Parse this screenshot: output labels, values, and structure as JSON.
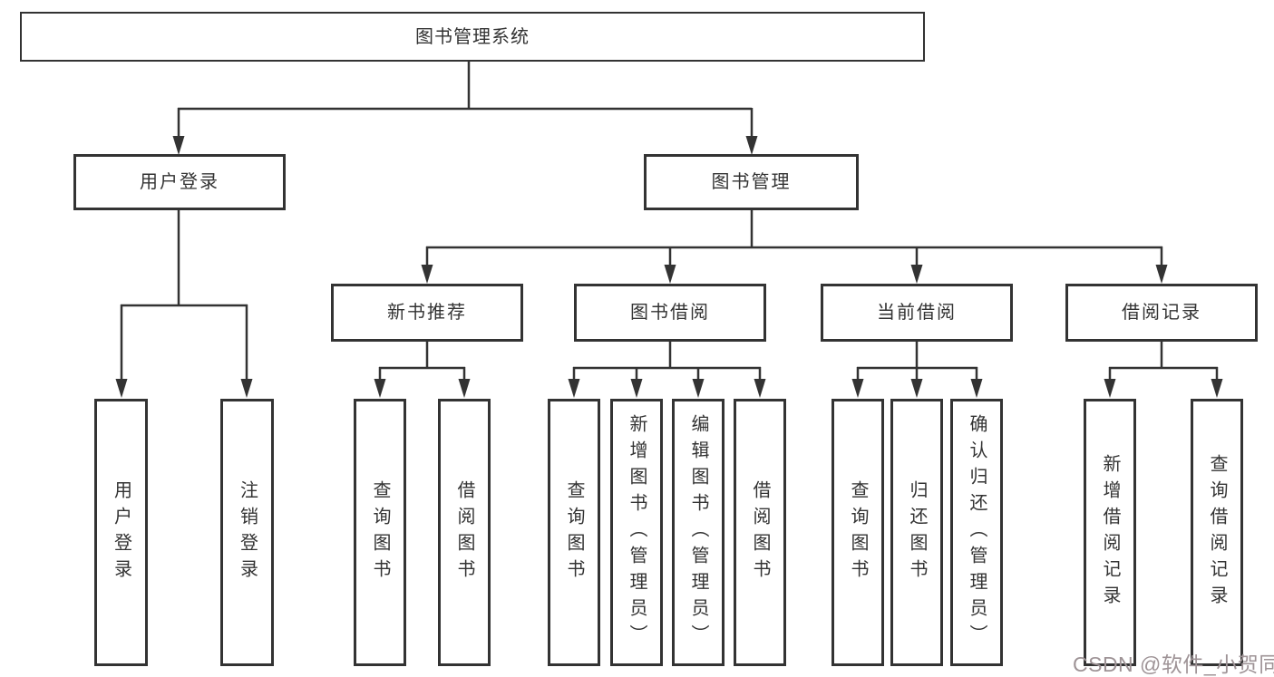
{
  "diagram": {
    "root": {
      "label": "图书管理系统"
    },
    "branches": [
      {
        "label": "用户登录",
        "children": [
          "用户登录",
          "注销登录"
        ]
      },
      {
        "label": "图书管理",
        "sections": [
          {
            "label": "新书推荐",
            "children": [
              "查询图书",
              "借阅图书"
            ]
          },
          {
            "label": "图书借阅",
            "children": [
              "查询图书",
              "新增图书（管理员）",
              "编辑图书（管理员）",
              "借阅图书"
            ]
          },
          {
            "label": "当前借阅",
            "children": [
              "查询图书",
              "归还图书",
              "确认归还（管理员）"
            ]
          },
          {
            "label": "借阅记录",
            "children": [
              "新增借阅记录",
              "查询借阅记录"
            ]
          }
        ]
      }
    ]
  },
  "watermark": {
    "text": "CSDN @软件_小贺同学"
  },
  "colors": {
    "line": "#333333",
    "box_border": "#333333",
    "text": "#333333",
    "background": "#ffffff",
    "watermark": "#9e9396"
  }
}
